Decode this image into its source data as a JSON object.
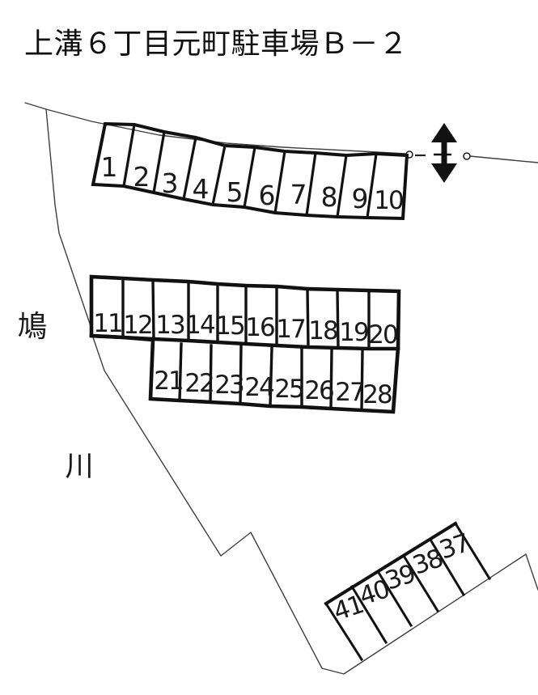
{
  "title": "上溝６丁目元町駐車場Ｂ－２",
  "labels": {
    "river_upper": "鳩",
    "river_lower": "川"
  },
  "stalls": {
    "row_top": [
      "1",
      "2",
      "3",
      "4",
      "5",
      "6",
      "7",
      "8",
      "9",
      "10"
    ],
    "row_middle_upper": [
      "11",
      "12",
      "13",
      "14",
      "15",
      "16",
      "17",
      "18",
      "19",
      "20"
    ],
    "row_middle_lower": [
      "21",
      "22",
      "23",
      "24",
      "25",
      "26",
      "27",
      "28"
    ],
    "row_bottom_right": [
      "41",
      "40",
      "39",
      "38",
      "37"
    ]
  },
  "gate": {
    "arrow_icon": "two-way-vertical-arrow",
    "post_icon": "gate-post",
    "post_count": 2
  },
  "colors": {
    "ink": "#1a1a1a",
    "boundary": "#3f3f3f",
    "background": "#ffffff"
  }
}
